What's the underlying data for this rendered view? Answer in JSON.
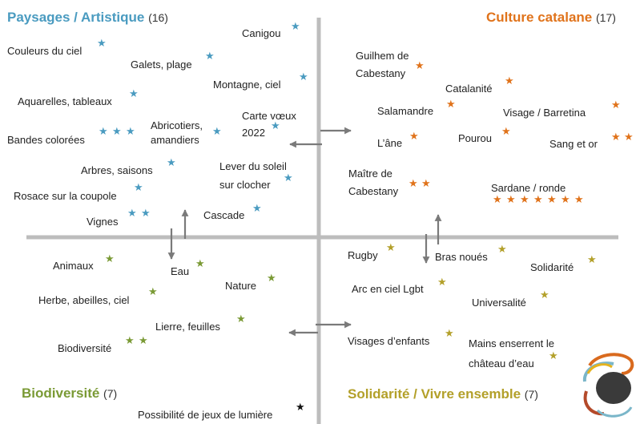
{
  "colors": {
    "paysages": "#4a9bc0",
    "culture": "#e0731b",
    "biodiversite": "#7a9a35",
    "solidarite": "#b3a02a",
    "axis": "#bdbdbd",
    "arrow": "#7a7a7a",
    "label": "#222222"
  },
  "quadrants": {
    "paysages": {
      "title": "Paysages / Artistique",
      "count": "(16)",
      "items": {
        "canigou": "Canigou",
        "couleurs": "Couleurs du ciel",
        "galets": "Galets, plage",
        "montagne": "Montagne, ciel",
        "aquarelles": "Aquarelles, tableaux",
        "carte_1": "Carte vœux",
        "carte_2": "2022",
        "abricotiers_1": "Abricotiers,",
        "abricotiers_2": "amandiers",
        "bandes": "Bandes colorées",
        "arbres": "Arbres, saisons",
        "lever_1": "Lever du soleil",
        "lever_2": "sur clocher",
        "rosace": "Rosace sur la coupole",
        "vignes": "Vignes",
        "cascade": "Cascade"
      }
    },
    "culture": {
      "title": "Culture catalane",
      "count": "(17)",
      "items": {
        "guilhem_1": "Guilhem de",
        "guilhem_2": "Cabestany",
        "catalanite": "Catalanité",
        "salamandre": "Salamandre",
        "visage": "Visage / Barretina",
        "ane": "L’âne",
        "pourou": "Pourou",
        "sang": "Sang et or",
        "maitre_1": "Maître de",
        "maitre_2": "Cabestany",
        "sardane": "Sardane / ronde"
      }
    },
    "biodiversite": {
      "title": "Biodiversité",
      "count": "(7)",
      "items": {
        "animaux": "Animaux",
        "eau": "Eau",
        "nature": "Nature",
        "herbe": "Herbe, abeilles, ciel",
        "lierre": "Lierre, feuilles",
        "biodiversite": "Biodiversité",
        "lumiere": "Possibilité de jeux de lumière"
      }
    },
    "solidarite": {
      "title": "Solidarité / Vivre ensemble",
      "count": "(7)",
      "items": {
        "rugby": "Rugby",
        "bras": "Bras noués",
        "solidarite": "Solidarité",
        "arc": "Arc en ciel Lgbt",
        "universalite": "Universalité",
        "visages": "Visages d’enfants",
        "mains_1": "Mains enserrent le",
        "mains_2": "château d’eau"
      }
    }
  }
}
